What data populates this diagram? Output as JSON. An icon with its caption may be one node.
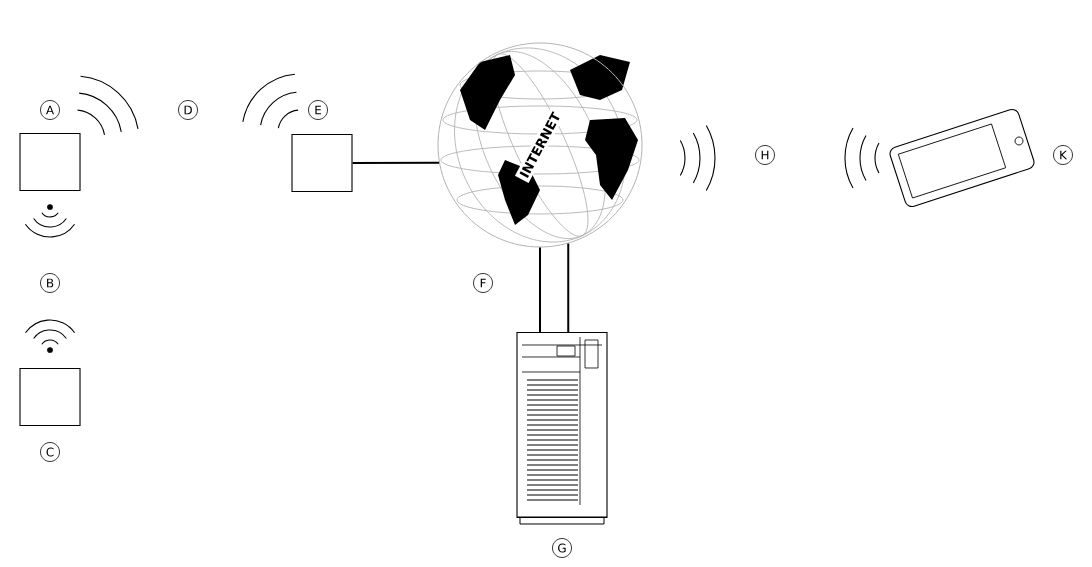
{
  "diagram": {
    "nodes": [
      {
        "text": [],
        "shape": "box",
        "beside": [
          "A"
        ]
      },
      {
        "text": [],
        "shape": "box",
        "beside": [
          "C"
        ]
      },
      {
        "text": [],
        "shape": "box",
        "beside": [
          "E"
        ]
      },
      {
        "text": [
          "INTERNET"
        ]
      },
      {
        "text": [],
        "shape": "picture",
        "beside": [
          "G"
        ]
      },
      {
        "text": [],
        "shape": "picture",
        "beside": [
          "K"
        ]
      }
    ],
    "edges": [
      {
        "from": 2,
        "to": 3,
        "arrow": "none"
      },
      {
        "from": 3,
        "to": 4,
        "arrow": "none"
      },
      {
        "from": 3,
        "to": 4,
        "arrow": "none"
      }
    ],
    "labels": [
      "D",
      "B",
      "H",
      "F"
    ]
  }
}
